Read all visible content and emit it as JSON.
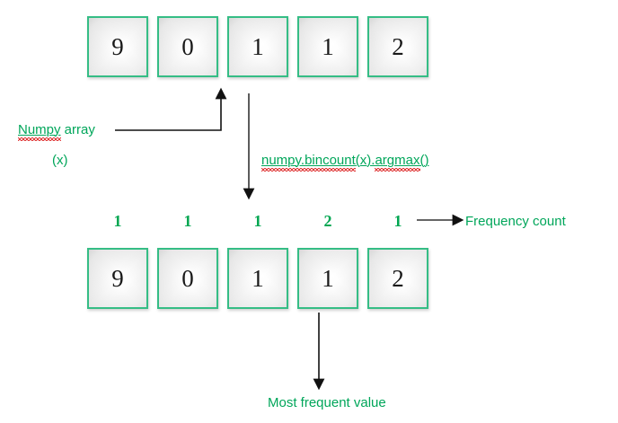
{
  "diagram": {
    "title": "numpy.bincount(x).argmax() most frequent value illustration",
    "colors": {
      "box_border": "#35bd85",
      "label_green": "#00a65a",
      "freq_green": "#00a651",
      "arrow": "#111111",
      "spellcheck_underline": "#e03a3a",
      "background": "#ffffff"
    },
    "top_row": {
      "name": "input-array",
      "values": [
        "9",
        "0",
        "1",
        "1",
        "2"
      ]
    },
    "bottom_row": {
      "name": "output-array",
      "values": [
        "9",
        "0",
        "1",
        "1",
        "2"
      ]
    },
    "frequency_counts": [
      "1",
      "1",
      "1",
      "2",
      "1"
    ],
    "labels": {
      "numpy_array_word": "Numpy",
      "numpy_array_rest": " array",
      "variable": "(x)",
      "expression_part1": "numpy.bincount",
      "expression_part2": "(x).",
      "expression_part3": "argmax",
      "expression_part4": "()",
      "frequency_count": "Frequency count",
      "most_frequent_value": "Most frequent value"
    }
  }
}
